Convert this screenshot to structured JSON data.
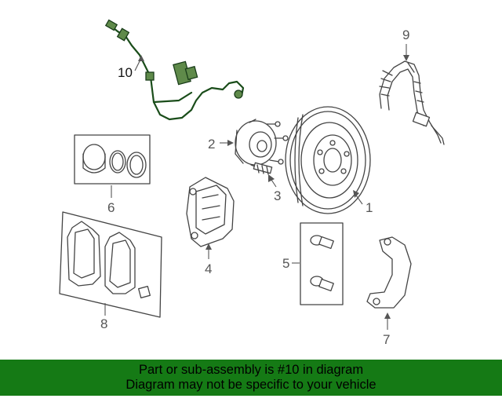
{
  "callouts": {
    "c1": "1",
    "c2": "2",
    "c3": "3",
    "c4": "4",
    "c5": "5",
    "c6": "6",
    "c7": "7",
    "c8": "8",
    "c9": "9",
    "c10": "10"
  },
  "highlighted_part": "10",
  "colors": {
    "banner": "#157a15",
    "highlight": "#1a4d1a",
    "line": "#444444"
  },
  "banner": {
    "line1": "Part or sub-assembly is #10 in diagram",
    "line2": "Diagram may not be specific to your vehicle"
  }
}
